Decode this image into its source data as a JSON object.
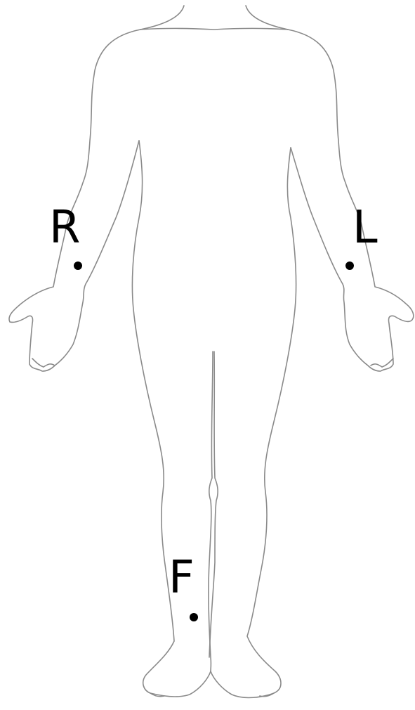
{
  "electrodes": [
    {
      "id": "right-arm",
      "label": "R"
    },
    {
      "id": "left-arm",
      "label": "L"
    },
    {
      "id": "foot",
      "label": "F"
    }
  ],
  "colors": {
    "outline": "#8a8a8a",
    "marker": "#000000",
    "background": "#ffffff"
  }
}
